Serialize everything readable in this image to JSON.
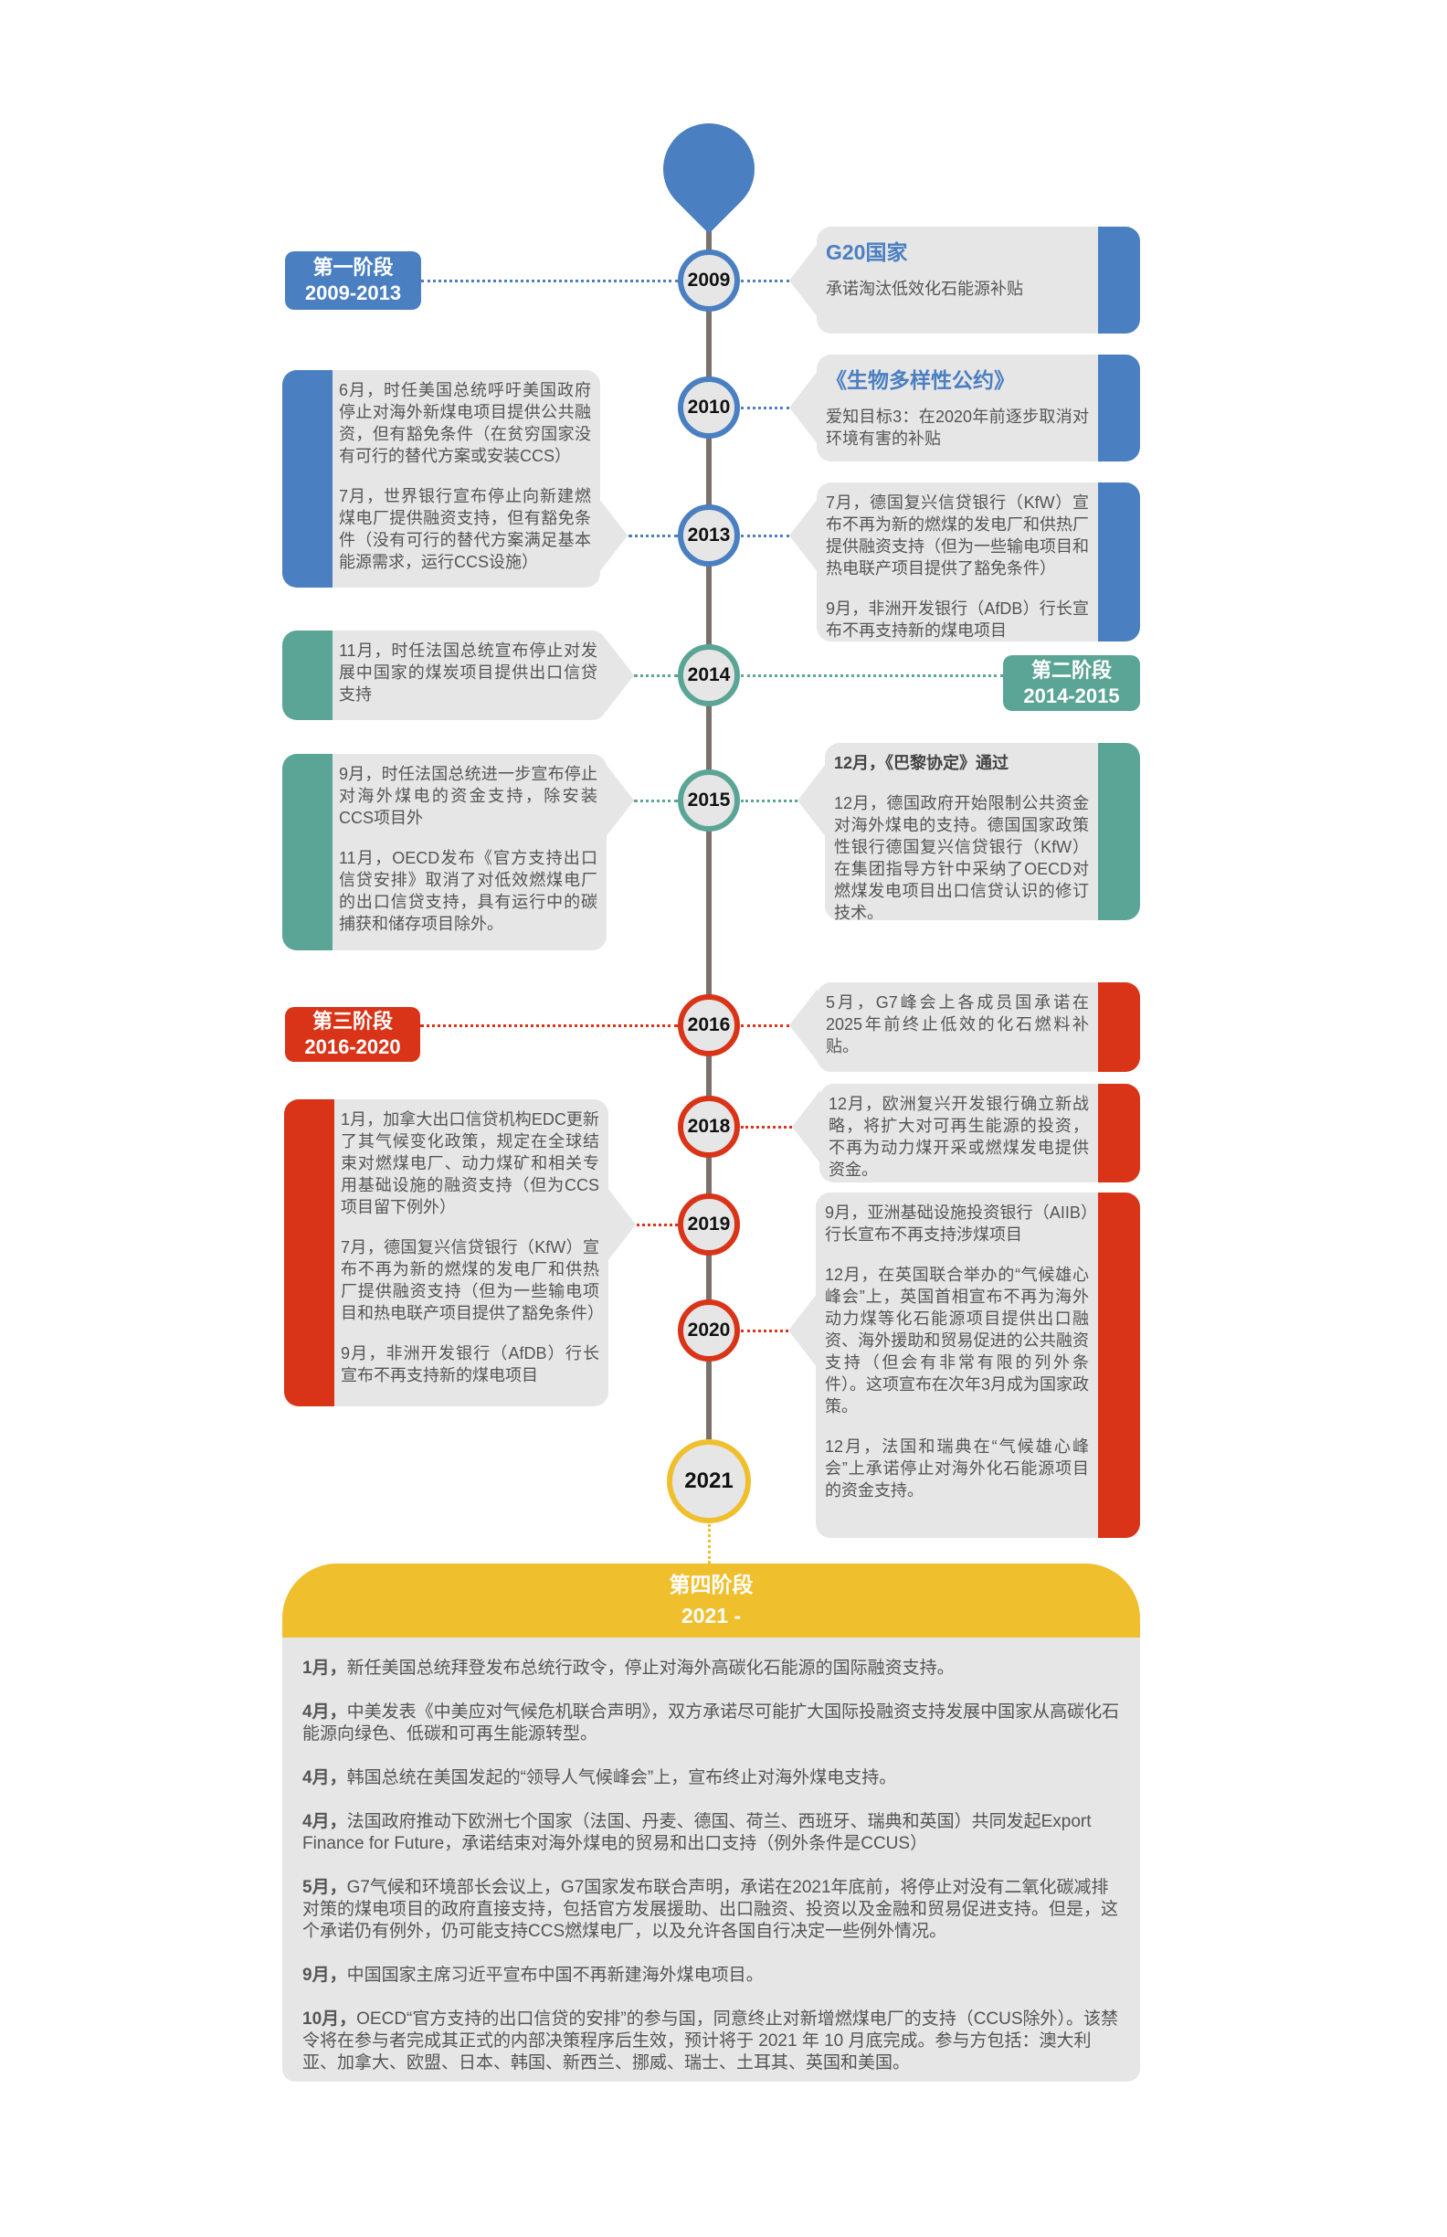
{
  "colors": {
    "phase1": "#4a7fc1",
    "phase2": "#5ba596",
    "phase3": "#d93418",
    "phase4": "#f0bf2e",
    "box": "#e6e6e6",
    "timeline": "#7a716d"
  },
  "years": [
    "2009",
    "2010",
    "2013",
    "2014",
    "2015",
    "2016",
    "2018",
    "2019",
    "2020",
    "2021"
  ],
  "phases": {
    "p1": {
      "name": "第一阶段",
      "range": "2009-2013"
    },
    "p2": {
      "name": "第二阶段",
      "range": "2014-2015"
    },
    "p3": {
      "name": "第三阶段",
      "range": "2016-2020"
    },
    "p4": {
      "name": "第四阶段",
      "range": "2021 -"
    }
  },
  "events": {
    "g20": {
      "title": "G20国家",
      "text": "承诺淘汰低效化石能源补贴"
    },
    "cbd": {
      "title": "《生物多样性公约》",
      "text": "爱知目标3：在2020年前逐步取消对环境有害的补贴"
    },
    "us_wb": [
      "6月，时任美国总统呼吁美国政府停止对海外新煤电项目提供公共融资，但有豁免条件（在贫穷国家没有可行的替代方案或安装CCS）",
      "7月，世界银行宣布停止向新建燃煤电厂提供融资支持，但有豁免条件（没有可行的替代方案满足基本能源需求，运行CCS设施）"
    ],
    "kfw_afdb_2013": [
      "7月，德国复兴信贷银行（KfW）宣布不再为新的燃煤的发电厂和供热厂提供融资支持（但为一些输电项目和热电联产项目提供了豁免条件）",
      "9月，非洲开发银行（AfDB）行长宣布不再支持新的煤电项目"
    ],
    "france_2014": [
      "11月，时任法国总统宣布停止对发展中国家的煤炭项目提供出口信贷支持"
    ],
    "france_oecd_2015": [
      "9月，时任法国总统进一步宣布停止对海外煤电的资金支持，除安装CCS项目外",
      "11月，OECD发布《官方支持出口信贷安排》取消了对低效燃煤电厂的出口信贷支持，具有运行中的碳捕获和储存项目除外。"
    ],
    "paris_2015": {
      "title": "12月，《巴黎协定》通过",
      "text": "12月，德国政府开始限制公共资金对海外煤电的支持。德国国家政策性银行德国复兴信贷银行（KfW）在集团指导方针中采纳了OECD对燃煤发电项目出口信贷认识的修订技术。"
    },
    "g7_2016": [
      "5月，G7峰会上各成员国承诺在2025年前终止低效的化石燃料补贴。"
    ],
    "ebrd_2018": [
      "12月，欧洲复兴开发银行确立新战略，将扩大对可再生能源的投资，不再为动力煤开采或燃煤发电提供资金。"
    ],
    "edc_kfw_afdb": [
      "1月，加拿大出口信贷机构EDC更新了其气候变化政策，规定在全球结束对燃煤电厂、动力煤矿和相关专用基础设施的融资支持（但为CCS项目留下例外）",
      "7月，德国复兴信贷银行（KfW）宣布不再为新的燃煤的发电厂和供热厂提供融资支持（但为一些输电项目和热电联产项目提供了豁免条件）",
      "9月，非洲开发银行（AfDB）行长宣布不再支持新的煤电项目"
    ],
    "aiib_uk_2020": [
      "9月，亚洲基础设施投资银行（AIIB）行长宣布不再支持涉煤项目",
      "12月，在英国联合举办的“气候雄心峰会”上，英国首相宣布不再为海外动力煤等化石能源项目提供出口融资、海外援助和贸易促进的公共融资支持（但会有非常有限的列外条件）。这项宣布在次年3月成为国家政策。",
      "12月，法国和瑞典在“气候雄心峰会”上承诺停止对海外化石能源项目的资金支持。"
    ]
  },
  "phase4_items": [
    {
      "month": "1月，",
      "text": "新任美国总统拜登发布总统行政令，停止对海外高碳化石能源的国际融资支持。"
    },
    {
      "month": "4月，",
      "text": "中美发表《中美应对气候危机联合声明》，双方承诺尽可能扩大国际投融资支持发展中国家从高碳化石能源向绿色、低碳和可再生能源转型。"
    },
    {
      "month": "4月，",
      "text": "韩国总统在美国发起的“领导人气候峰会”上，宣布终止对海外煤电支持。"
    },
    {
      "month": "4月，",
      "text": "法国政府推动下欧洲七个国家（法国、丹麦、德国、荷兰、西班牙、瑞典和英国）共同发起Export Finance for Future，承诺结束对海外煤电的贸易和出口支持（例外条件是CCUS）"
    },
    {
      "month": "5月，",
      "text": "G7气候和环境部长会议上，G7国家发布联合声明，承诺在2021年底前，将停止对没有二氧化碳减排对策的煤电项目的政府直接支持，包括官方发展援助、出口融资、投资以及金融和贸易促进支持。但是，这个承诺仍有例外，仍可能支持CCS燃煤电厂，以及允许各国自行决定一些例外情况。"
    },
    {
      "month": "9月，",
      "text": "中国国家主席习近平宣布中国不再新建海外煤电项目。"
    },
    {
      "month": "10月，",
      "text": "OECD“官方支持的出口信贷的安排”的参与国，同意终止对新增燃煤电厂的支持（CCUS除外）。该禁令将在参与者完成其正式的内部决策程序后生效，预计将于 2021 年 10 月底完成。参与方包括：澳大利亚、加拿大、欧盟、日本、韩国、新西兰、挪威、瑞士、土耳其、英国和美国。"
    }
  ]
}
